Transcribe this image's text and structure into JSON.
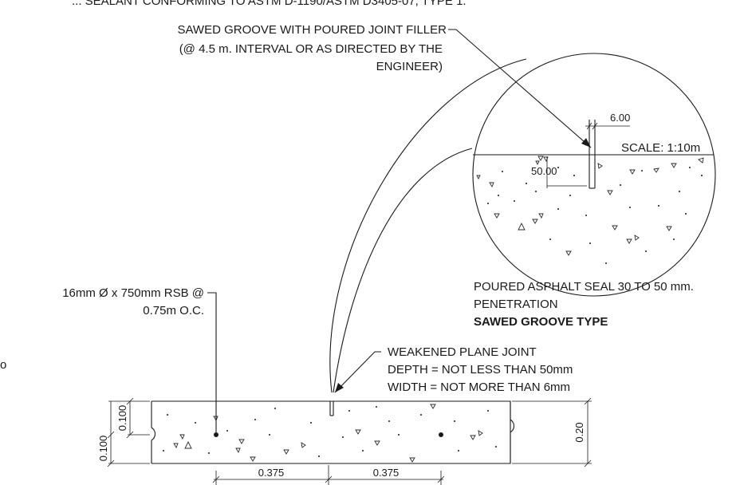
{
  "header": {
    "top_note": "... SEALANT CONFORMING TO ASTM D-1190/ASTM D3405-07, TYPE 1."
  },
  "callouts": {
    "groove_filler": [
      "SAWED GROOVE WITH POURED JOINT FILLER",
      "(@ 4.5 m. INTERVAL OR AS DIRECTED BY THE",
      "ENGINEER)"
    ],
    "dowel": [
      "16mm Ø x 750mm RSB @",
      "0.75m O.C."
    ],
    "weakened_joint": [
      "WEAKENED PLANE JOINT",
      "DEPTH = NOT LESS THAN 50mm",
      "WIDTH = NOT MORE THAN 6mm"
    ]
  },
  "detail": {
    "scale": "SCALE: 1:10m",
    "groove_width": "6.00",
    "groove_depth": "50.00",
    "seal_note": [
      "POURED ASPHALT SEAL 30 TO 50 mm.",
      "PENETRATION"
    ],
    "title": "SAWED GROOVE TYPE"
  },
  "section": {
    "left_dims": [
      "0.100",
      "0.100"
    ],
    "slab_thickness": "0.20",
    "bottom_dims": [
      "0.375",
      "0.375"
    ]
  },
  "margin_fragment": "o"
}
